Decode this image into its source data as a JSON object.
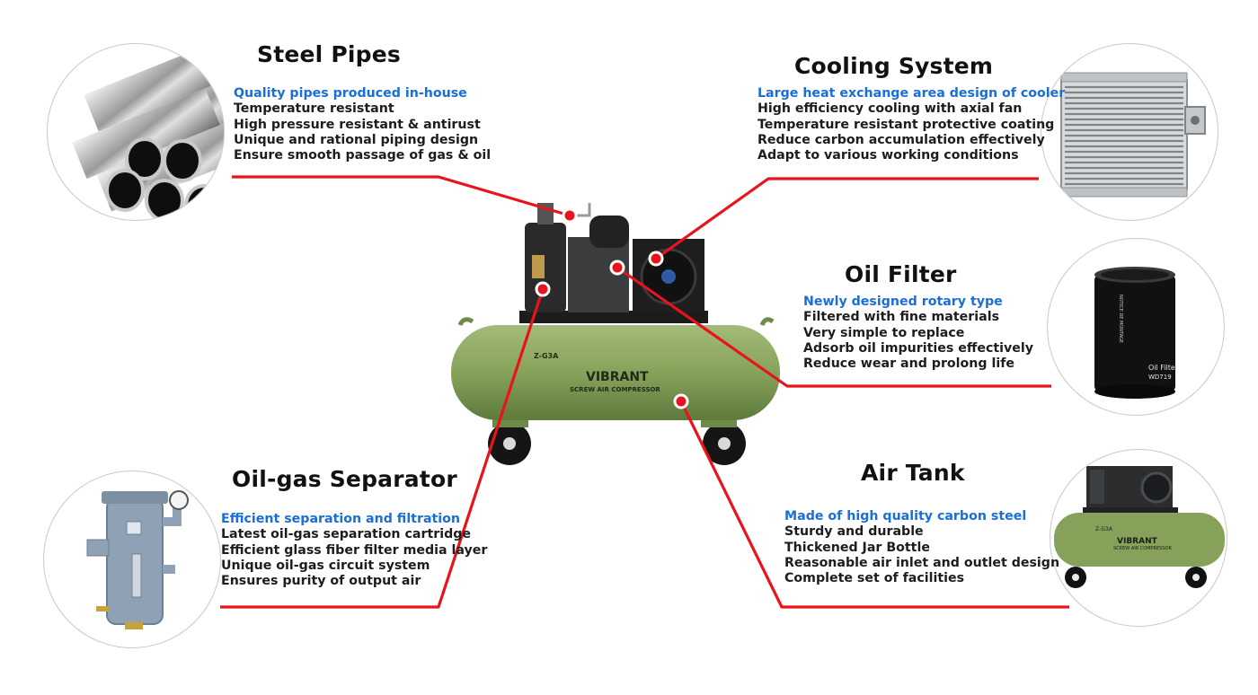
{
  "features": {
    "steel_pipes": {
      "title": "Steel Pipes",
      "items": [
        "Quality pipes produced in-house",
        "Temperature resistant",
        "High pressure resistant & antirust",
        "Unique and rational piping design",
        "Ensure smooth passage of gas & oil"
      ]
    },
    "cooling_system": {
      "title": "Cooling System",
      "items": [
        "Large heat exchange area design of cooler",
        "High efficiency cooling with axial fan",
        "Temperature resistant protective coating",
        "Reduce carbon accumulation effectively",
        "Adapt to various working conditions"
      ]
    },
    "oil_filter": {
      "title": "Oil Filter",
      "items": [
        "Newly designed rotary type",
        "Filtered with fine materials",
        "Very simple to replace",
        "Adsorb oil impurities effectively",
        "Reduce wear and prolong life"
      ]
    },
    "oil_gas_separator": {
      "title": "Oil-gas Separator",
      "items": [
        "Efficient separation and filtration",
        "Latest oil-gas separation cartridge",
        "Efficient glass fiber filter media layer",
        "Unique oil-gas circuit system",
        "Ensures purity of output air"
      ]
    },
    "air_tank": {
      "title": "Air Tank",
      "items": [
        "Made of high quality carbon steel",
        "Sturdy and durable",
        "Thickened Jar Bottle",
        "Reasonable air inlet and outlet design",
        "Complete set of facilities"
      ]
    }
  },
  "machine": {
    "brand": "VIBRANT",
    "subtitle": "SCREW AIR COMPRESSOR",
    "model": "Z-G3A"
  },
  "thumbnails": {
    "oil_filter_label": "Oil Filter",
    "oil_filter_model": "WD719",
    "oil_filter_side_text": "NOTICE DE MONTAGE",
    "air_tank_brand": "VIBRANT",
    "air_tank_subtitle": "SCREW AIR COMPRESSOR",
    "air_tank_model": "Z-G3A"
  },
  "colors": {
    "leader_line": "#e8131b",
    "lead_text": "#1a6ed8",
    "tank_green": "#86a25a"
  },
  "icons": [
    "steel-pipes-image",
    "cooler-image",
    "oil-filter-image",
    "separator-tank-image",
    "air-tank-image",
    "compressor-image"
  ]
}
